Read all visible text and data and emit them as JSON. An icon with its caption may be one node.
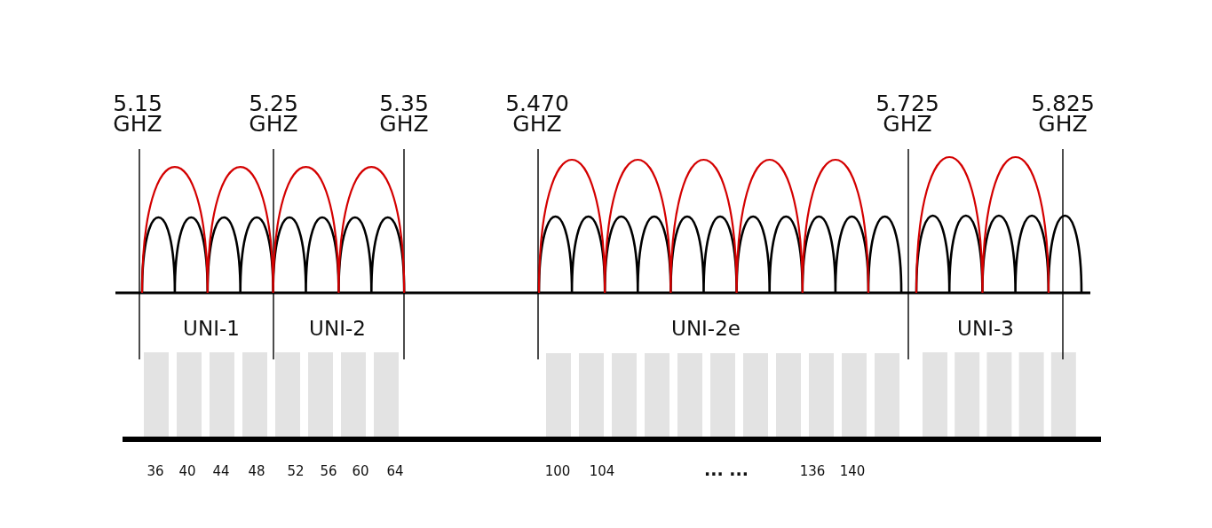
{
  "diagram": {
    "labels": [
      "5.15 GHZ",
      "5.25 GHZ",
      "5.35 GHZ",
      "5.470 GHZ",
      "5.725 GHZ",
      "5.825 GHZ",
      "UNI-1",
      "UNI-2",
      "UNI-2e",
      "UNI-3",
      "36",
      "40",
      "44",
      "48",
      "52",
      "56",
      "60",
      "64",
      "100",
      "104",
      "... ...",
      "136",
      "140"
    ]
  }
}
